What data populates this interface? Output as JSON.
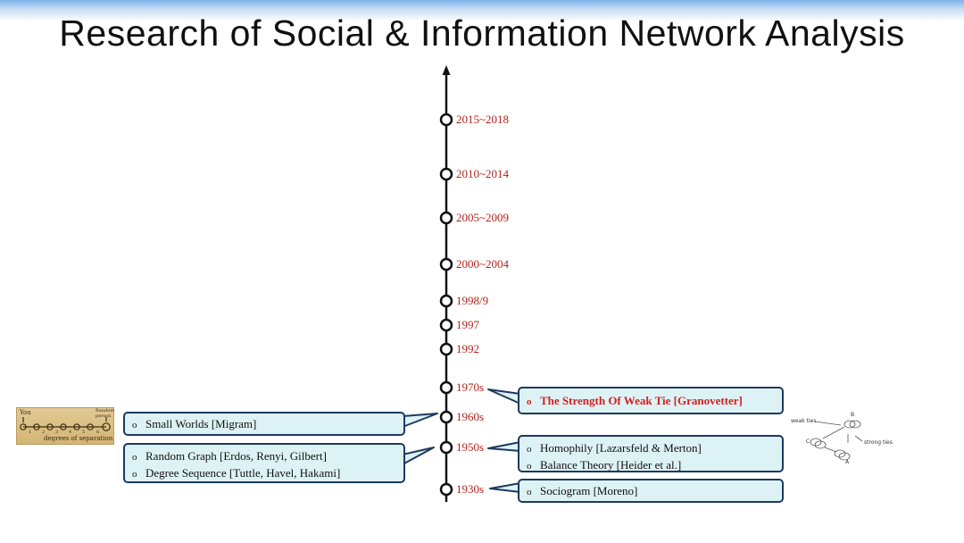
{
  "title": "Research of Social & Information Network Analysis",
  "timeline": {
    "years": [
      "2015~2018",
      "2010~2014",
      "2005~2009",
      "2000~2004",
      "1998/9",
      "1997",
      "1992",
      "1970s",
      "1960s",
      "1950s",
      "1930s"
    ]
  },
  "callouts": {
    "weak_tie": {
      "bullet": "o",
      "text": "The Strength Of Weak Tie [Granovetter]"
    },
    "small_worlds": {
      "bullet": "o",
      "text": "Small Worlds [Migram]"
    },
    "random_graph": [
      {
        "bullet": "o",
        "text": "Random Graph [Erdos, Renyi, Gilbert]"
      },
      {
        "bullet": "o",
        "text": "Degree Sequence [Tuttle, Havel, Hakami]"
      }
    ],
    "homophily": [
      {
        "bullet": "o",
        "text": "Homophily [Lazarsfeld & Merton]"
      },
      {
        "bullet": "o",
        "text": "Balance Theory [Heider et al.]"
      }
    ],
    "sociogram": {
      "bullet": "o",
      "text": "Sociogram [Moreno]"
    }
  },
  "small_world_image": {
    "top_left": "You",
    "top_right": "Random person",
    "bottom": "degrees of separation",
    "digits": [
      "1",
      "2",
      "3",
      "4",
      "5",
      "6"
    ]
  },
  "ties_image": {
    "weak_ties": "weak ties",
    "strong_ties": "strong ties",
    "node_a": "A",
    "node_b": "B",
    "node_c": "C"
  },
  "colors": {
    "year_text": "#b3241f",
    "highlight_text": "#d42020",
    "callout_fill": "#ddf2f5",
    "callout_border": "#1d3a5e",
    "axis": "#111111"
  }
}
